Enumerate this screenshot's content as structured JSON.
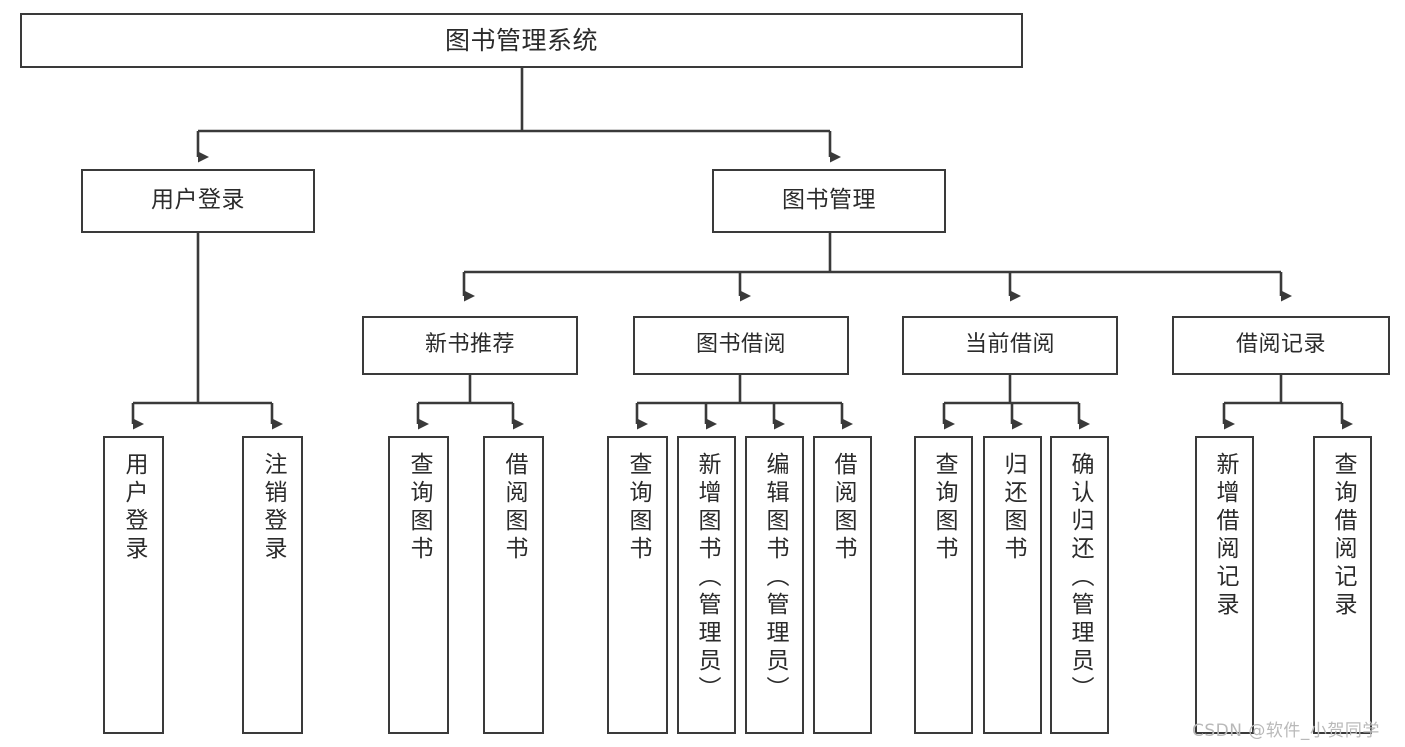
{
  "diagram": {
    "type": "hierarchy-tree",
    "title": "图书管理系统",
    "watermark": "CSDN @软件_小贺同学",
    "colors": {
      "border": "#3a3a3a",
      "text": "#2b2b2b",
      "background": "#ffffff",
      "watermark": "#b9b9b9"
    },
    "nodes": {
      "root": {
        "label": "图书管理系统",
        "level": 0
      },
      "user_login": {
        "label": "用户登录",
        "level": 1
      },
      "book_manage": {
        "label": "图书管理",
        "level": 1
      },
      "new_book_rec": {
        "label": "新书推荐",
        "level": 2
      },
      "book_borrow": {
        "label": "图书借阅",
        "level": 2
      },
      "current_borrow": {
        "label": "当前借阅",
        "level": 2
      },
      "borrow_record": {
        "label": "借阅记录",
        "level": 2
      },
      "leaf_user_login": {
        "label": "用户登录",
        "level": 3
      },
      "leaf_logout": {
        "label": "注销登录",
        "level": 3
      },
      "leaf_query_book_1": {
        "label": "查询图书",
        "level": 3
      },
      "leaf_borrow_book_1": {
        "label": "借阅图书",
        "level": 3
      },
      "leaf_query_book_2": {
        "label": "查询图书",
        "level": 3
      },
      "leaf_add_book": {
        "label": "新增图书（管理员）",
        "level": 3
      },
      "leaf_edit_book": {
        "label": "编辑图书（管理员）",
        "level": 3
      },
      "leaf_borrow_book_2": {
        "label": "借阅图书",
        "level": 3
      },
      "leaf_query_book_3": {
        "label": "查询图书",
        "level": 3
      },
      "leaf_return_book": {
        "label": "归还图书",
        "level": 3
      },
      "leaf_confirm_return": {
        "label": "确认归还（管理员）",
        "level": 3
      },
      "leaf_add_record": {
        "label": "新增借阅记录",
        "level": 3
      },
      "leaf_query_record": {
        "label": "查询借阅记录",
        "level": 3
      }
    },
    "edges": [
      {
        "from": "root",
        "to": "user_login"
      },
      {
        "from": "root",
        "to": "book_manage"
      },
      {
        "from": "user_login",
        "to": "leaf_user_login"
      },
      {
        "from": "user_login",
        "to": "leaf_logout"
      },
      {
        "from": "book_manage",
        "to": "new_book_rec"
      },
      {
        "from": "book_manage",
        "to": "book_borrow"
      },
      {
        "from": "book_manage",
        "to": "current_borrow"
      },
      {
        "from": "book_manage",
        "to": "borrow_record"
      },
      {
        "from": "new_book_rec",
        "to": "leaf_query_book_1"
      },
      {
        "from": "new_book_rec",
        "to": "leaf_borrow_book_1"
      },
      {
        "from": "book_borrow",
        "to": "leaf_query_book_2"
      },
      {
        "from": "book_borrow",
        "to": "leaf_add_book"
      },
      {
        "from": "book_borrow",
        "to": "leaf_edit_book"
      },
      {
        "from": "book_borrow",
        "to": "leaf_borrow_book_2"
      },
      {
        "from": "current_borrow",
        "to": "leaf_query_book_3"
      },
      {
        "from": "current_borrow",
        "to": "leaf_return_book"
      },
      {
        "from": "current_borrow",
        "to": "leaf_confirm_return"
      },
      {
        "from": "borrow_record",
        "to": "leaf_add_record"
      },
      {
        "from": "borrow_record",
        "to": "leaf_query_record"
      }
    ]
  }
}
